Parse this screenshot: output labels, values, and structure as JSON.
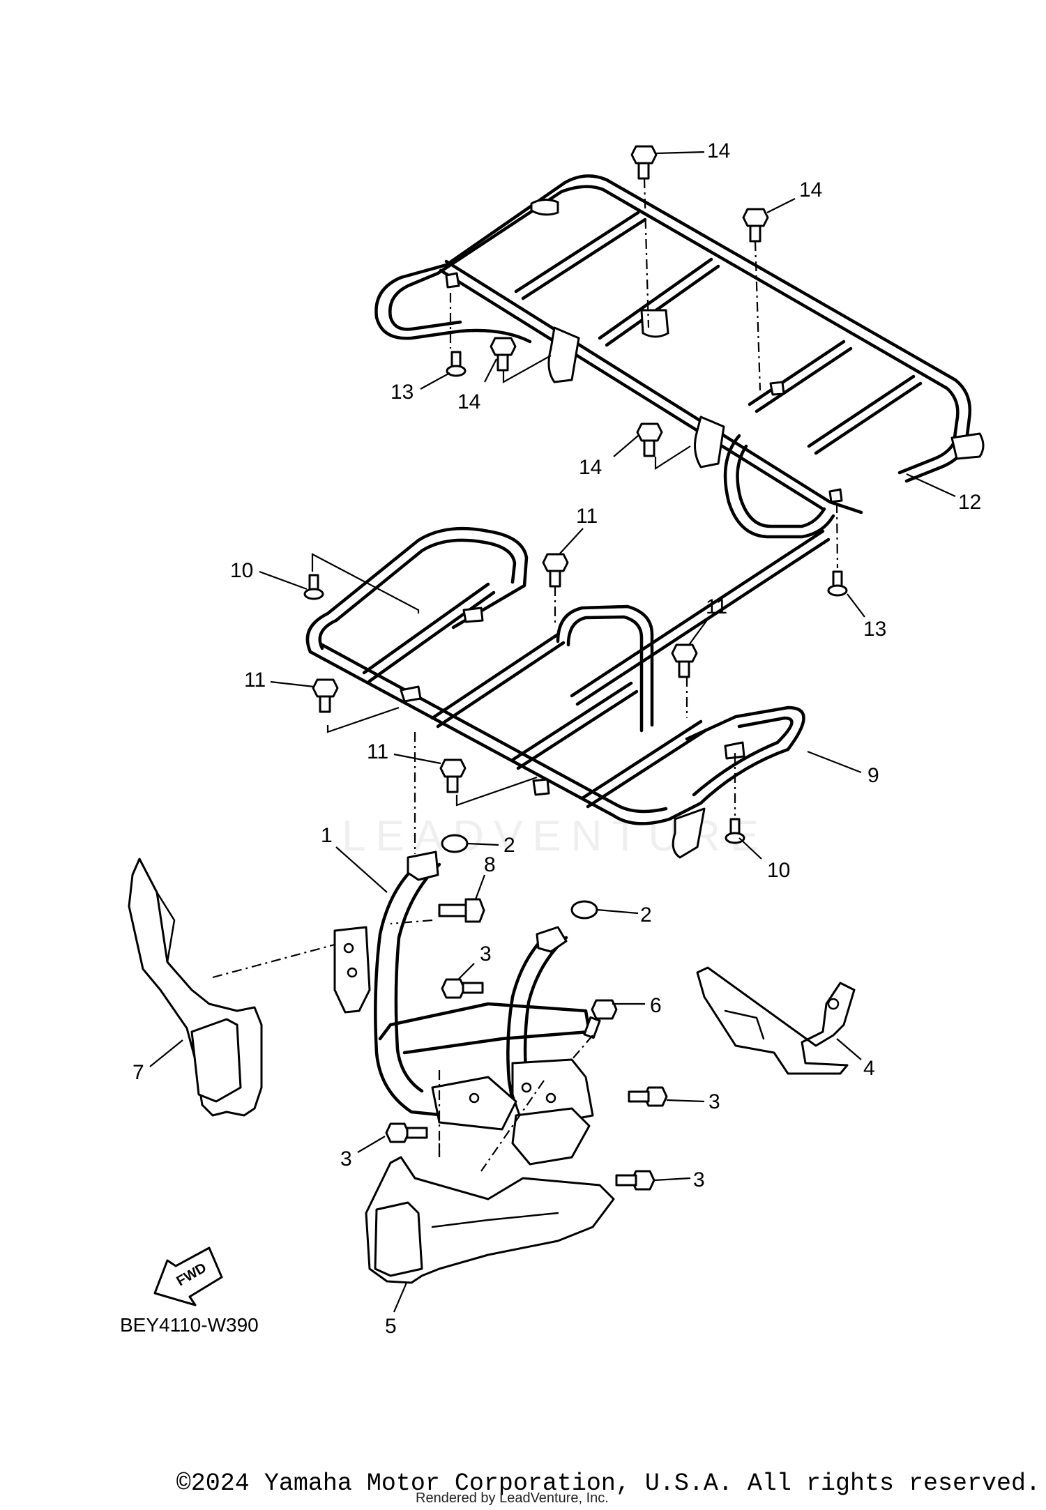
{
  "diagram": {
    "callouts": [
      "14",
      "14",
      "13",
      "14",
      "14",
      "12",
      "11",
      "10",
      "11",
      "11",
      "11",
      "9",
      "13",
      "10",
      "1",
      "2",
      "8",
      "2",
      "3",
      "6",
      "4",
      "7",
      "3",
      "3",
      "3",
      "5"
    ],
    "fwd_label": "FWD",
    "drawing_code": "BEY4110-W390",
    "watermark": "LEADVENTURE"
  },
  "footer": {
    "copyright": "©2024 Yamaha Motor Corporation, U.S.A. All rights reserved.",
    "rendered_by": "Rendered by LeadVenture, Inc."
  }
}
